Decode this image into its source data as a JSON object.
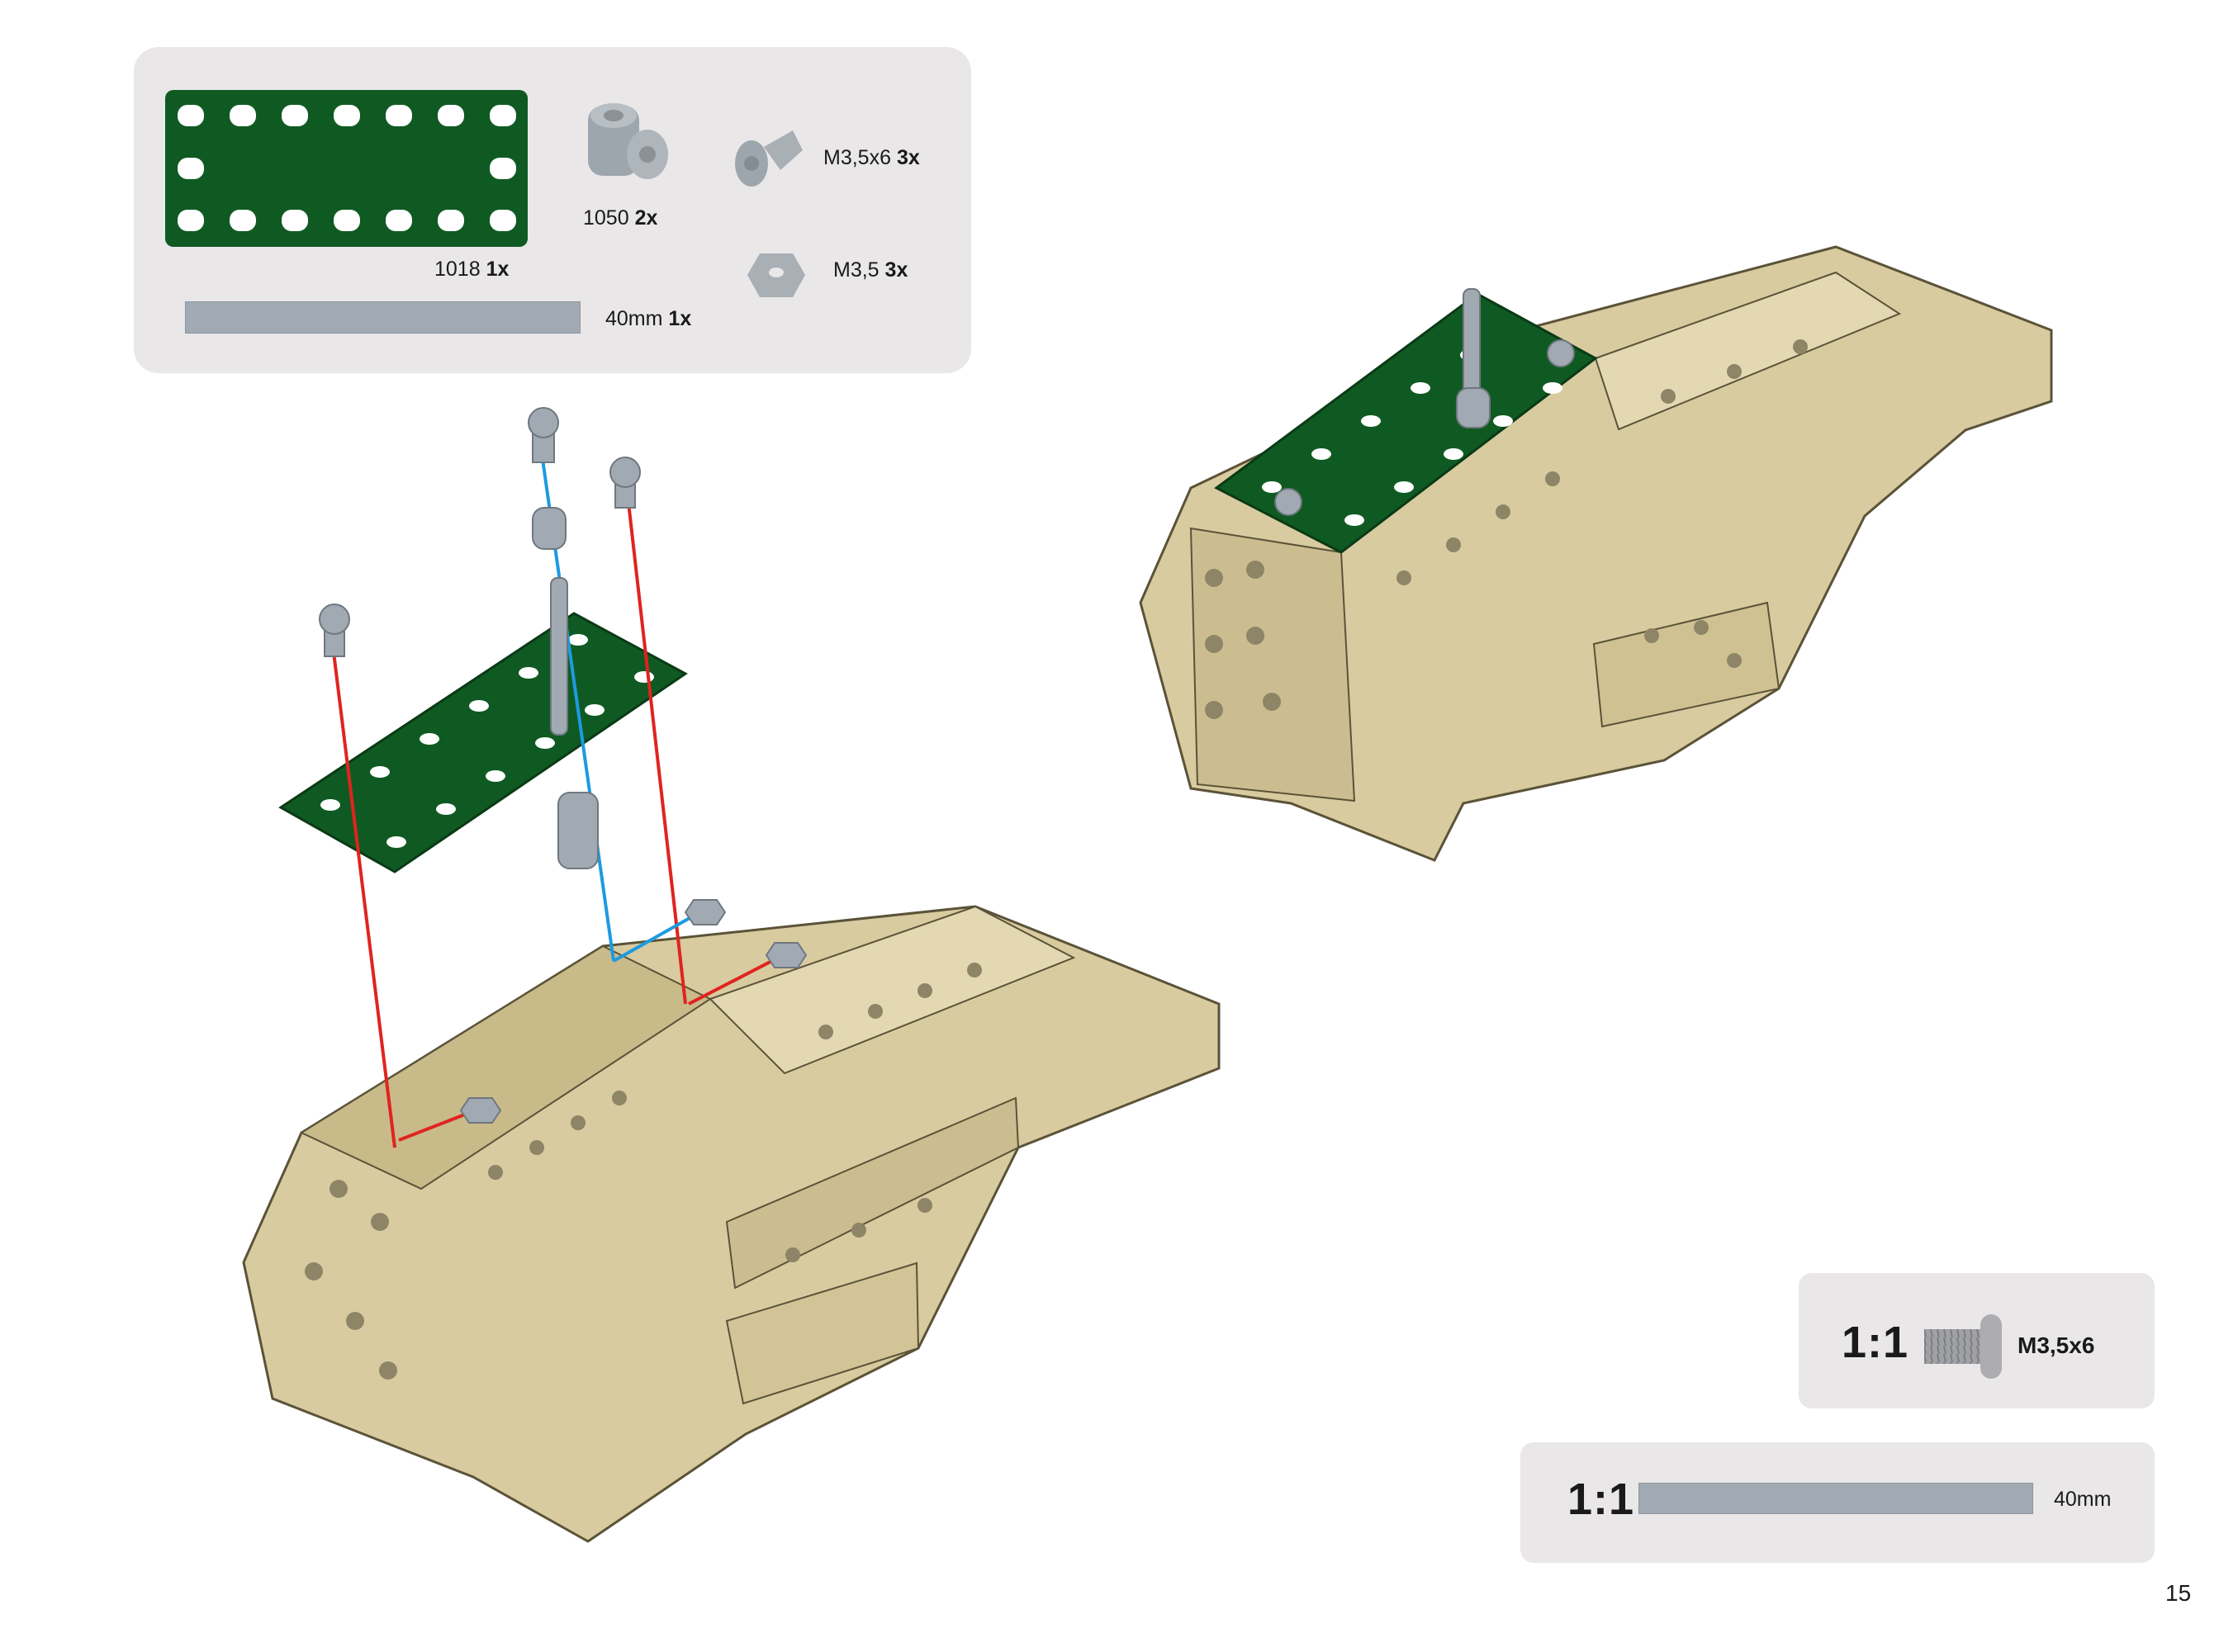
{
  "parts_list": {
    "plate": {
      "code": "1018",
      "qty": "1x"
    },
    "coupler": {
      "code": "1050",
      "qty": "2x"
    },
    "screw": {
      "code": "M3,5x6",
      "qty": "3x"
    },
    "nut": {
      "code": "M3,5",
      "qty": "3x"
    },
    "rod": {
      "code": "40mm",
      "qty": "1x"
    }
  },
  "scale_guides": {
    "screw": {
      "ratio": "1:1",
      "label": "M3,5x6"
    },
    "rod": {
      "ratio": "1:1",
      "label": "40mm"
    }
  },
  "page_number": "15",
  "colors": {
    "plate_green": "#0f5a22",
    "part_gray": "#a1aab3",
    "frame_tan": "#d8cba0",
    "panel_bg": "#e9e7e8",
    "guide_red": "#e0241f",
    "guide_blue": "#1d9be0"
  }
}
